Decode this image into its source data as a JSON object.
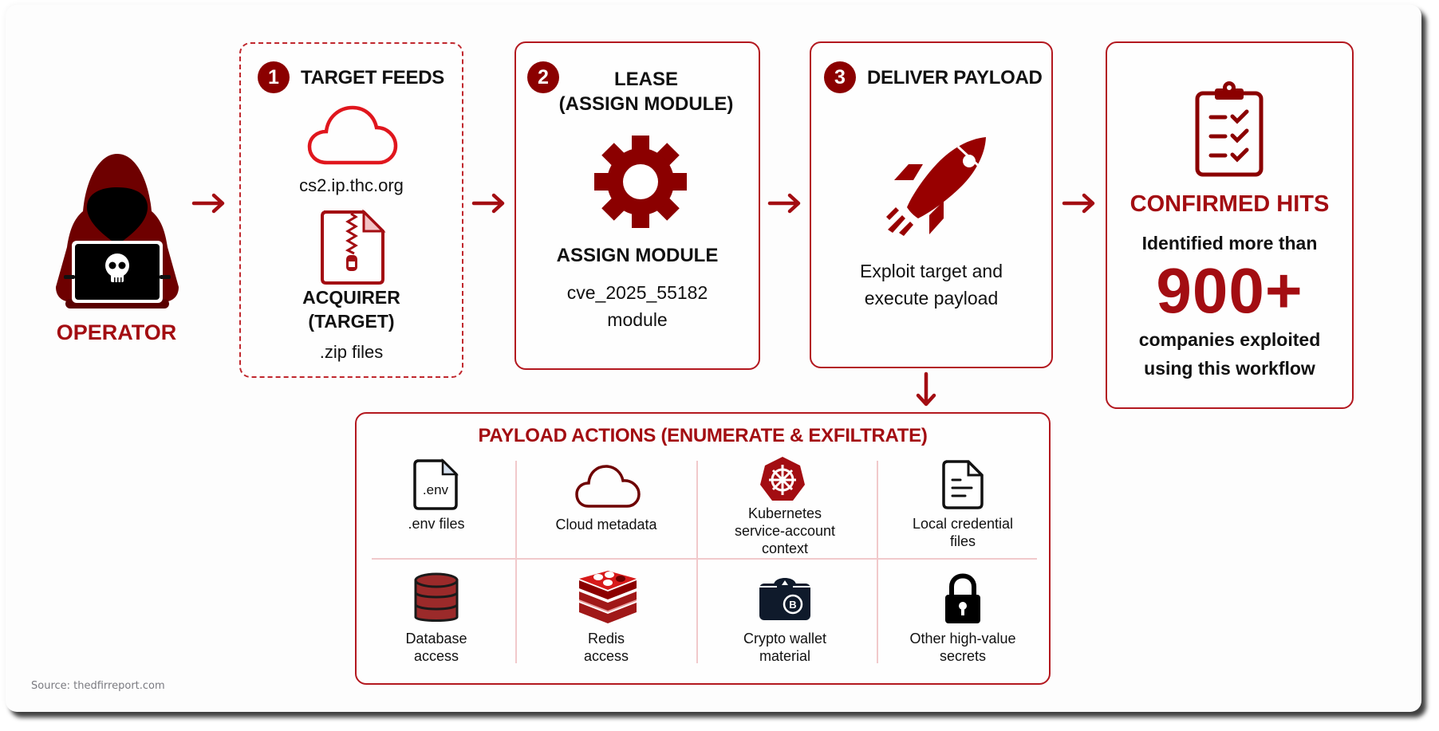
{
  "operator": {
    "label": "OPERATOR",
    "icon": "hooded-hacker-icon"
  },
  "steps": [
    {
      "number": "1",
      "title": "TARGET FEEDS",
      "items": [
        {
          "icon": "cloud-icon",
          "label": "cs2.ip.thc.org"
        },
        {
          "icon": "zip-file-icon",
          "label_line1": "ACQUIRER",
          "label_line2": "(TARGET)",
          "sublabel": ".zip files"
        }
      ]
    },
    {
      "number": "2",
      "title_line1": "LEASE",
      "title_line2": "(ASSIGN MODULE)",
      "icon": "gear-icon",
      "heading": "ASSIGN MODULE",
      "detail_line1": "cve_2025_55182",
      "detail_line2": "module"
    },
    {
      "number": "3",
      "title": "DELIVER PAYLOAD",
      "icon": "rocket-icon",
      "detail_line1": "Exploit target and",
      "detail_line2": "execute payload"
    }
  ],
  "result": {
    "icon": "clipboard-checklist-icon",
    "title": "CONFIRMED HITS",
    "line1": "Identified more than",
    "count": "900+",
    "line2": "companies exploited",
    "line3": "using this workflow"
  },
  "payload_actions": {
    "title": "PAYLOAD ACTIONS (ENUMERATE & EXFILTRATE)",
    "items": [
      {
        "icon": "env-file-icon",
        "icon_text": ".env",
        "line1": ".env files",
        "line2": ""
      },
      {
        "icon": "cloud-icon",
        "line1": "Cloud metadata",
        "line2": ""
      },
      {
        "icon": "kubernetes-icon",
        "line1": "Kubernetes",
        "line2": "service-account",
        "line3": "context"
      },
      {
        "icon": "document-icon",
        "line1": "Local credential",
        "line2": "files"
      },
      {
        "icon": "database-icon",
        "line1": "Database",
        "line2": "access"
      },
      {
        "icon": "redis-icon",
        "line1": "Redis",
        "line2": "access"
      },
      {
        "icon": "crypto-wallet-icon",
        "line1": "Crypto wallet",
        "line2": "material"
      },
      {
        "icon": "padlock-icon",
        "line1": "Other high-value",
        "line2": "secrets"
      }
    ]
  },
  "source": "Source: thedfirreport.com",
  "colors": {
    "accent": "#a30d12",
    "dark_red": "#8b0000",
    "border": "#b3181f",
    "text": "#111111"
  }
}
